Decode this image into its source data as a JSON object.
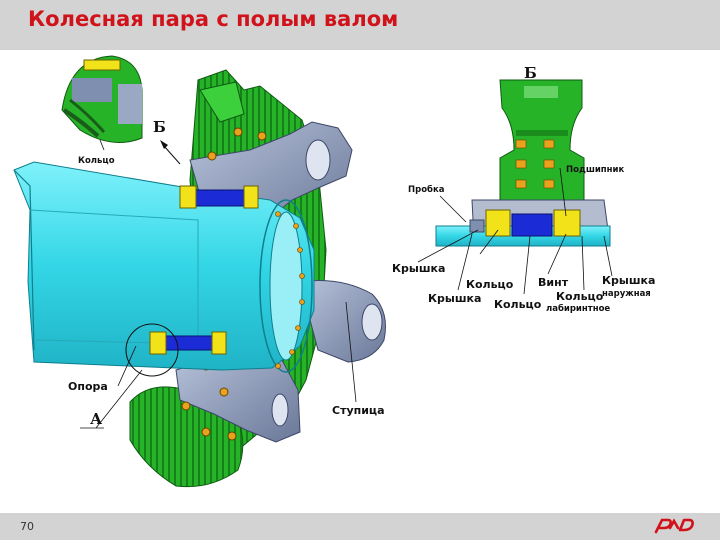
{
  "title": "Колесная пара с полым валом",
  "page_number": "70",
  "brand_logo": "rzd-logo",
  "colors": {
    "accent": "#d0121b",
    "gear": "#27b328",
    "shaft": "#33d6e6",
    "hub": "#7f8fb0",
    "bearing": "#1b2bd6",
    "ring": "#f2e21a"
  },
  "labels": {
    "koltso_top": "Кольцо",
    "b_arrow": "Б",
    "a_label": "А",
    "opora": "Опора",
    "stupitsa": "Ступица",
    "b_detail": "Б",
    "podshipnik": "Подшипник",
    "probka": "Пробка",
    "kryshka_1": "Крышка",
    "koltso_1": "Кольцо",
    "vint": "Винт",
    "kryshka_naruzhnaya_1": "Крышка",
    "kryshka_naruzhnaya_2": "наружная",
    "kryshka_2": "Крышка",
    "koltso_2": "Кольцо",
    "koltso_lab_1": "Кольцо",
    "koltso_lab_2": "лабиринтное"
  }
}
